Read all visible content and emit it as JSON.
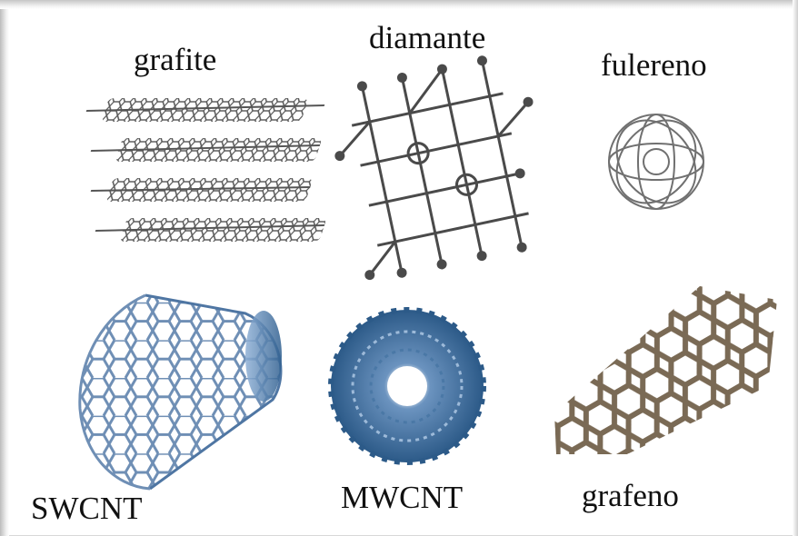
{
  "labels": {
    "grafite": "grafite",
    "diamante": "diamante",
    "fulereno": "fulereno",
    "swcnt": "SWCNT",
    "mwcnt": "MWCNT",
    "grafeno": "grafeno"
  },
  "colors": {
    "grafite": "#555555",
    "diamante": "#4a4a4a",
    "fulereno": "#6e6e6e",
    "swcnt": "#6f8fb5",
    "mwcnt": "#3f6e9c",
    "grafeno": "#5a4a38"
  }
}
